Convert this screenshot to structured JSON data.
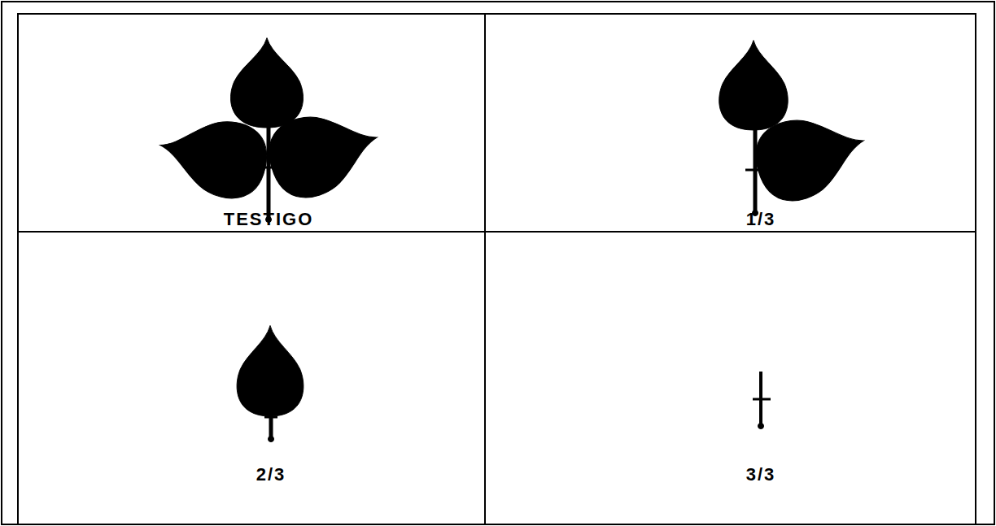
{
  "diagram": {
    "labels": [
      "TESTIGO",
      "1/3",
      "2/3",
      "3/3"
    ]
  }
}
